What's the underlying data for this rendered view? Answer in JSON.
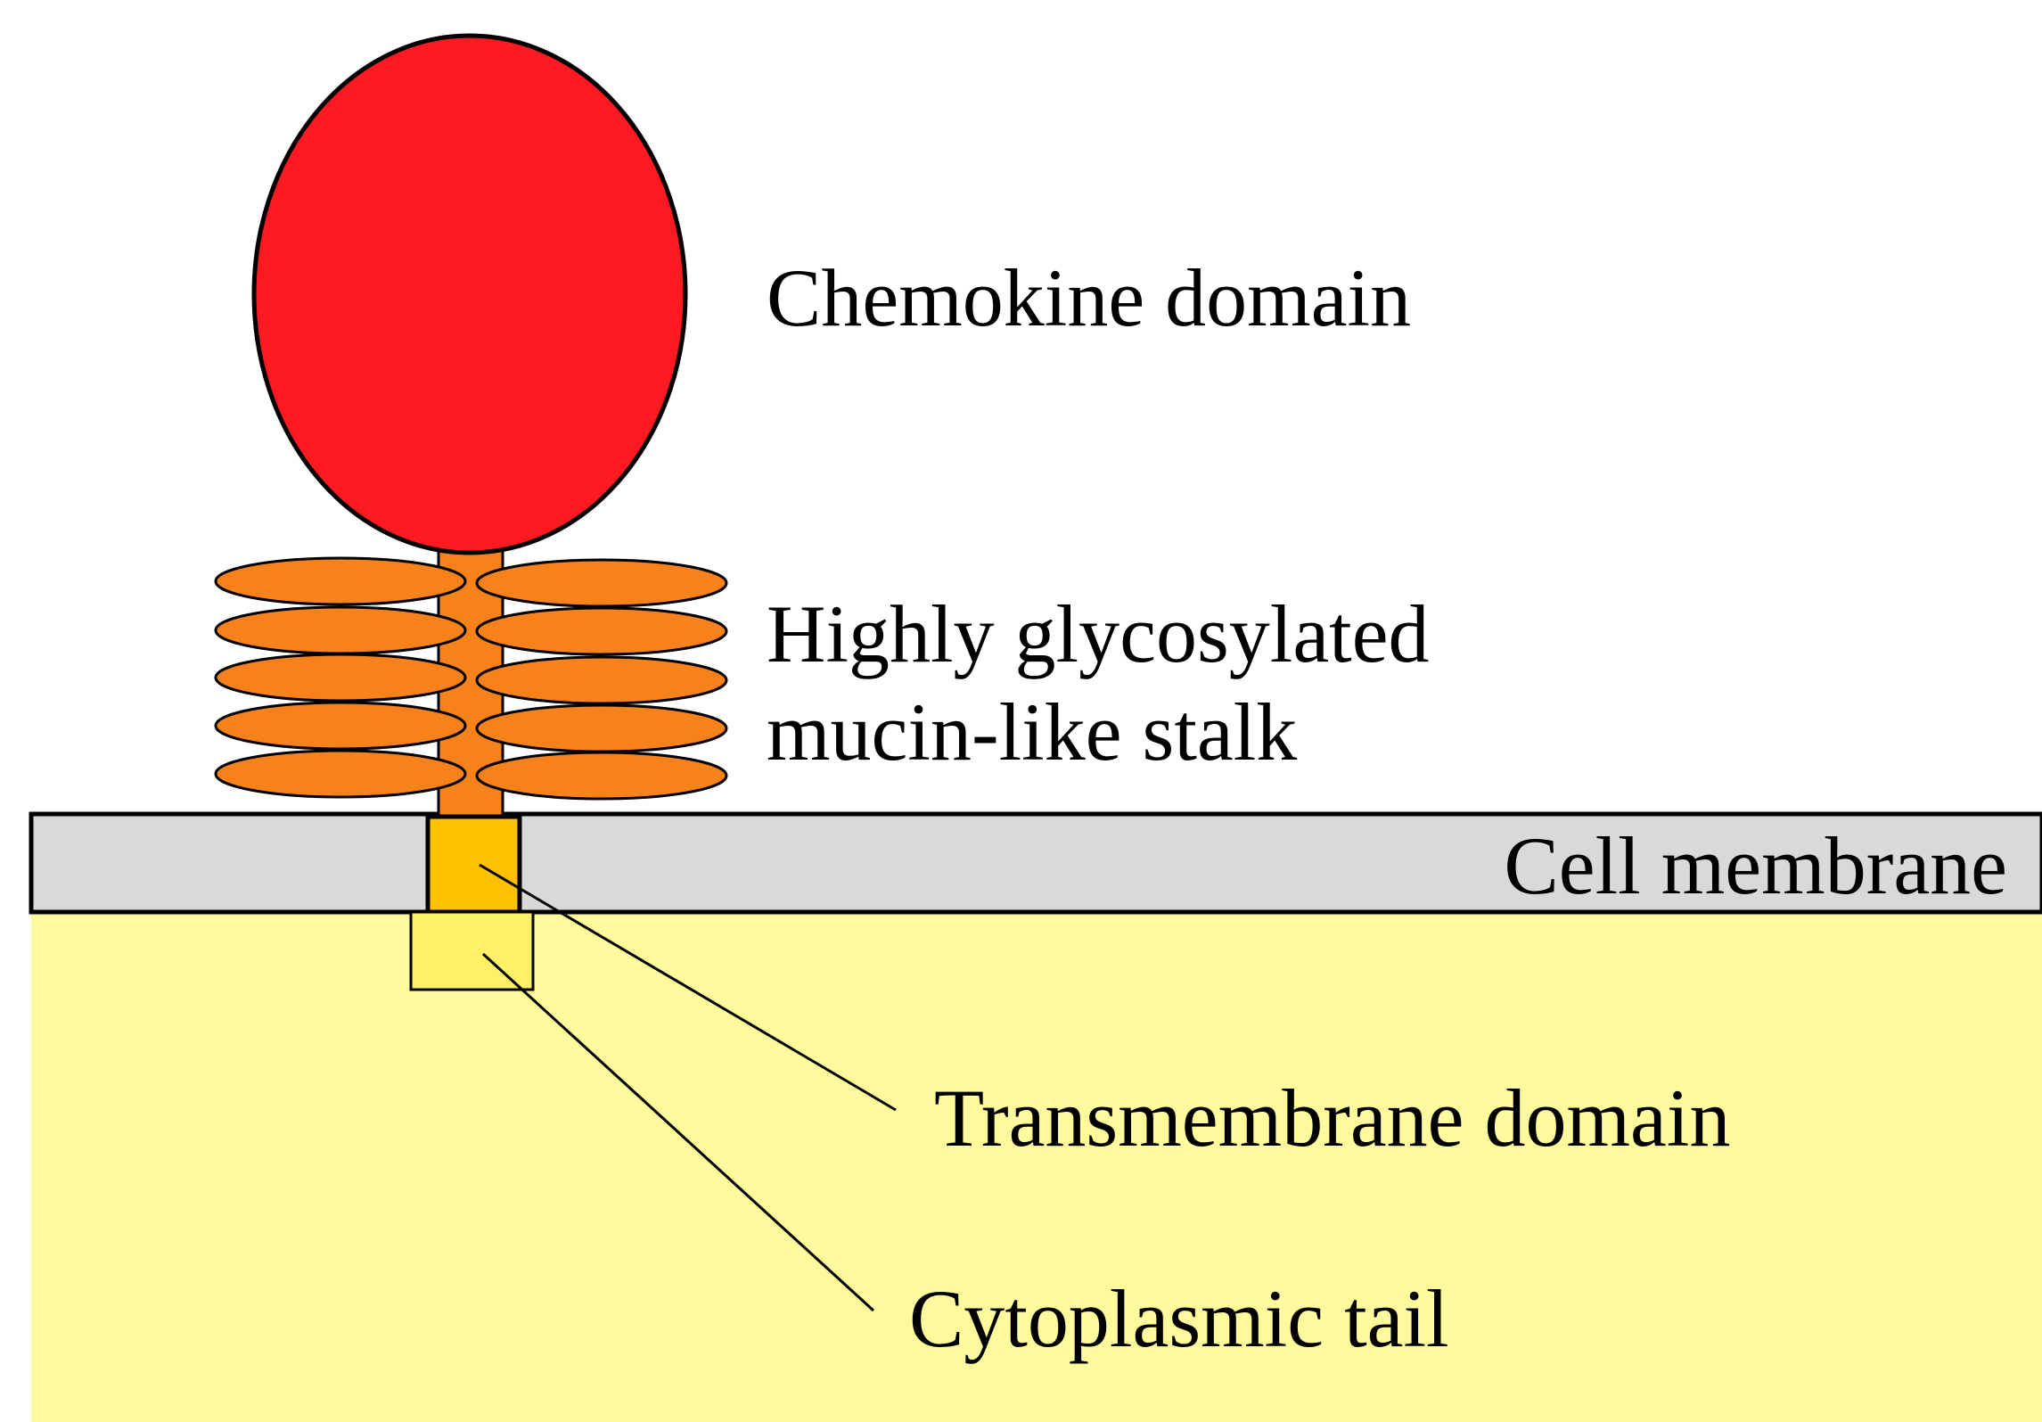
{
  "labels": {
    "chemokine_domain": "Chemokine domain",
    "stalk_line1": "Highly glycosylated",
    "stalk_line2": "mucin-like stalk",
    "cell_membrane": "Cell membrane",
    "transmembrane_domain": "Transmembrane domain",
    "cytoplasmic_tail": "Cytoplasmic tail"
  },
  "colors": {
    "chemokine_domain": "#ff1a22",
    "stalk": "#f7821b",
    "membrane": "#d9d9d9",
    "transmembrane": "#ffc000",
    "cytoplasmic_tail": "#fff066",
    "cytoplasm": "#fffa9c",
    "outline": "#000000",
    "background": "#ffffff"
  }
}
